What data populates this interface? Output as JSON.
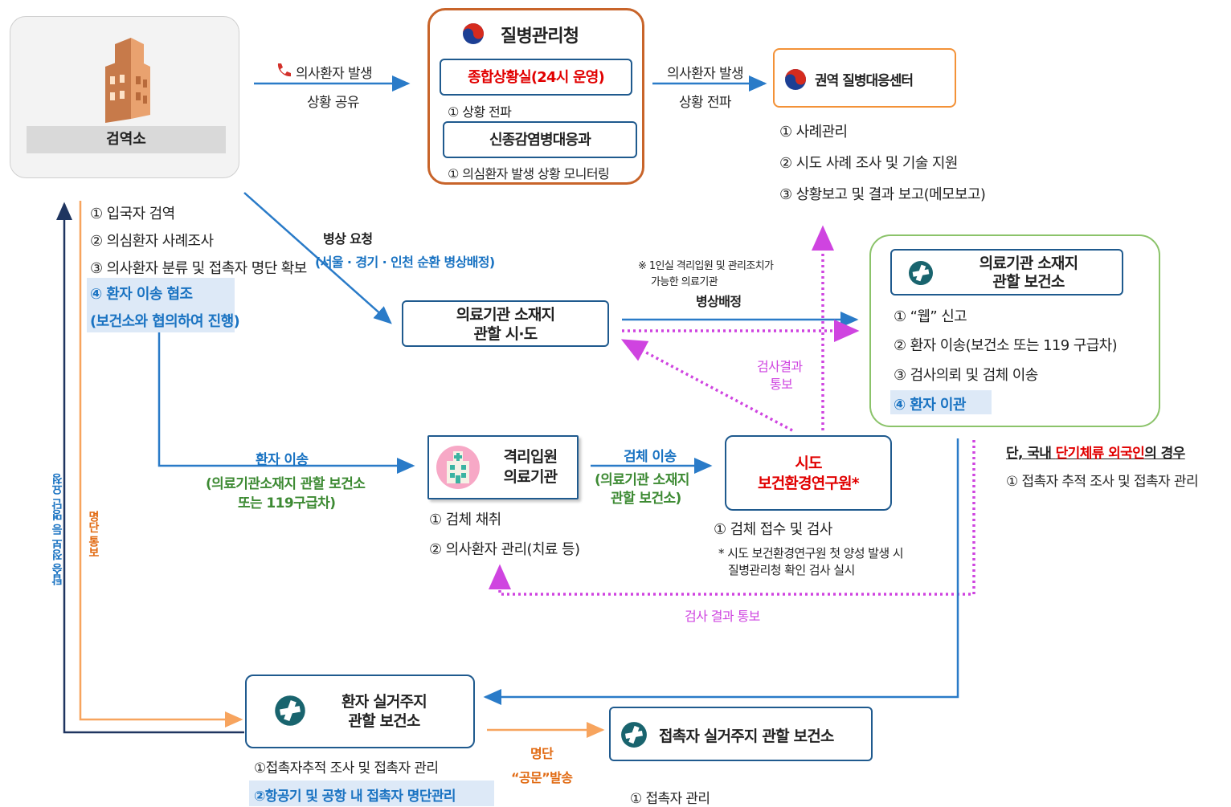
{
  "nodes": {
    "quarantine": {
      "label": "검역소"
    },
    "kdca": {
      "title": "질병관리청",
      "situation_room": "종합상황실(24시 운영)",
      "situation_note": "① 상황 전파",
      "covid_team": "신종감염병대응과",
      "covid_note": "① 의심환자 발생 상황 모니터링"
    },
    "regional_center": {
      "title": "권역 질병대응센터",
      "duties": [
        "① 사례관리",
        "② 시도 사례 조사 및 기술 지원",
        "③ 상황보고 및 결과 보고(메모보고)"
      ]
    },
    "province": {
      "line1": "의료기관 소재지",
      "line2": "관할 시·도"
    },
    "phc_hospital_area": {
      "line1": "의료기관 소재지",
      "line2": "관할 보건소",
      "duties": [
        "① “웹” 신고",
        "② 환자 이송(보건소 또는 119 구급차)",
        "③ 검사의뢰 및 검체 이송",
        "④ 환자 이관"
      ]
    },
    "isolation_hospital": {
      "line1": "격리입원",
      "line2": "의료기관",
      "duties": [
        "① 검체 채취",
        "② 의사환자 관리(치료 등)"
      ]
    },
    "research_institute": {
      "line1": "시도",
      "line2": "보건환경연구원*",
      "duties": [
        "① 검체 접수 및 검사"
      ],
      "note1": "* 시도 보건환경연구원 첫 양성 발생 시",
      "note2": "질병관리청 확인 검사 실시"
    },
    "phc_patient": {
      "line1": "환자 실거주지",
      "line2": "관할 보건소",
      "duties": [
        "①접촉자추적 조사 및 접촉자 관리",
        "②항공기 및 공항 내 접촉자 명단관리"
      ]
    },
    "phc_contact": {
      "label": "접촉자 실거주지 관할 보건소",
      "duties": [
        "① 접촉자 관리"
      ]
    }
  },
  "quarantine_duties": [
    "① 입국자 검역",
    "② 의심환자 사례조사",
    "③ 의사환자 분류 및 접촉자 명단 확보",
    "④ 환자 이송 협조",
    "(보건소와 협의하여 진행)"
  ],
  "edge_labels": {
    "q_to_kdca_1": "의사환자 발생",
    "q_to_kdca_2": "상황 공유",
    "kdca_to_center_1": "의사환자 발생",
    "kdca_to_center_2": "상황 전파",
    "bed_request_1": "병상 요청",
    "bed_request_2": "(서울 · 경기 · 인천 순환 병상배정)",
    "bed_note_1": "※ 1인실 격리입원 및 관리조치가",
    "bed_note_2": "가능한 의료기관",
    "bed_assign": "병상배정",
    "test_result_1": "검사결과",
    "test_result_2": "통보",
    "transfer_1": "환자 이송",
    "transfer_2": "(의료기관소재지 관할 보건소",
    "transfer_3": "또는 119구급차)",
    "specimen_1": "검체 이송",
    "specimen_2": "(의료기관 소재지",
    "specimen_3": "관할 보건소)",
    "result_notice": "검사 결과 통보",
    "list_notice": "명단 통보",
    "boarding_request": "탑승 정보 등 명단 요청",
    "list_1": "명단",
    "list_2": "“공문”발송"
  },
  "foreigner_note": {
    "prefix": "단, 국내 ",
    "highlight": "단기체류 외국인",
    "suffix": "의 경우",
    "duty": "① 접촉자 추적 조사 및 접촉자 관리"
  },
  "colors": {
    "node_border": "#1f5a8e",
    "kdca_border": "#c8642a",
    "center_border": "#f39238",
    "phc_border": "#8bc36a",
    "arrow_blue": "#2a7bc8",
    "arrow_navy": "#1f3560",
    "arrow_orange": "#f7a45e",
    "dotted_pink": "#cf44e0",
    "red_text": "#e10000"
  },
  "icons": [
    "building-icon",
    "phone-icon",
    "kdca-logo-icon",
    "health-center-logo-icon",
    "hospital-icon"
  ]
}
